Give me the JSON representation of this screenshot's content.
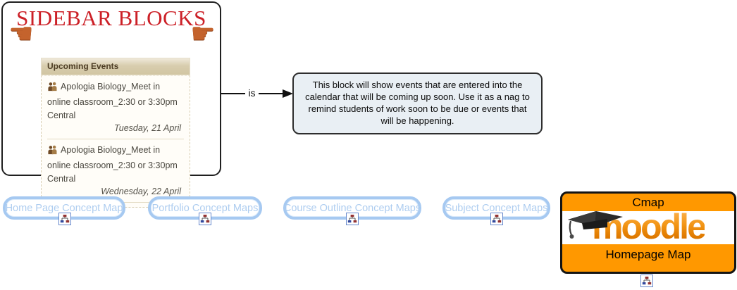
{
  "colors": {
    "title_red": "#cc2027",
    "events_header_tan": "#d1c5a2",
    "events_header_text": "#4d3d24",
    "node_blue_border": "#a6c9f1",
    "node_blue_text": "#aecdf0",
    "cmap_node_orange": "#ff9800",
    "moodle_logo_orange": "#ef8a10",
    "description_bg": "#e9eff4",
    "connector_black": "#101010"
  },
  "sidebar_block": {
    "title": "SIDEBAR BLOCKS",
    "pointer_icons": {
      "left": "☚",
      "right": "☛"
    },
    "upcoming_events": {
      "header": "Upcoming Events",
      "events": [
        {
          "text": "Apologia Biology_Meet in online classroom_2:30 or 3:30pm Central",
          "date": "Tuesday, 21 April"
        },
        {
          "text": "Apologia Biology_Meet in online classroom_2:30 or 3:30pm Central",
          "date": "Wednesday, 22 April"
        }
      ]
    }
  },
  "connector": {
    "label": "is"
  },
  "description_box": {
    "text": "This block will show events that are entered into the calendar that will be coming up soon. Use it as a nag to remind students of work soon to be due or events that will be happening."
  },
  "concept_map_nodes": [
    {
      "label": "Home Page Concept Map"
    },
    {
      "label": "Portfolio Concept Maps"
    },
    {
      "label": "Course Outline Concept Maps"
    },
    {
      "label": "Subject Concept Maps"
    }
  ],
  "cmap_node": {
    "top_label": "Cmap",
    "logo_text": "moodle",
    "bottom_label": "Homepage Map"
  }
}
